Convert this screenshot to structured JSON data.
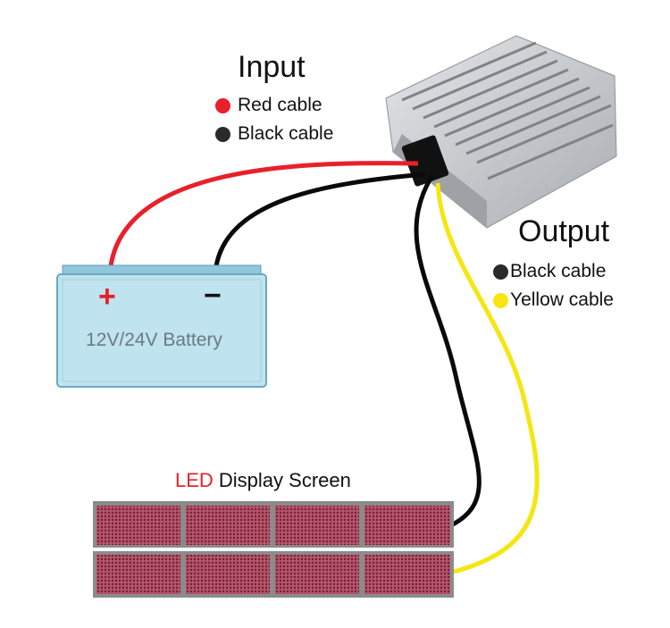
{
  "input": {
    "title": "Input",
    "legend": [
      {
        "label": "Red cable",
        "color": "#e8202a"
      },
      {
        "label": "Black cable",
        "color": "#2a2a2a"
      }
    ]
  },
  "output": {
    "title": "Output",
    "legend": [
      {
        "label": "Black cable",
        "color": "#2a2a2a"
      },
      {
        "label": "Yellow cable",
        "color": "#f5e60f"
      }
    ]
  },
  "battery": {
    "label": "12V/24V Battery",
    "plus_sign": "+",
    "minus_sign": "−",
    "body_color": "#bfe3ef"
  },
  "led": {
    "label_highlight": "LED",
    "label_rest": " Display Screen",
    "highlight_color": "#e8202a",
    "panel_color": "#9a2a44"
  },
  "cable_colors": {
    "red": "#e8202a",
    "black": "#0a0a0a",
    "yellow": "#f5e60f"
  }
}
